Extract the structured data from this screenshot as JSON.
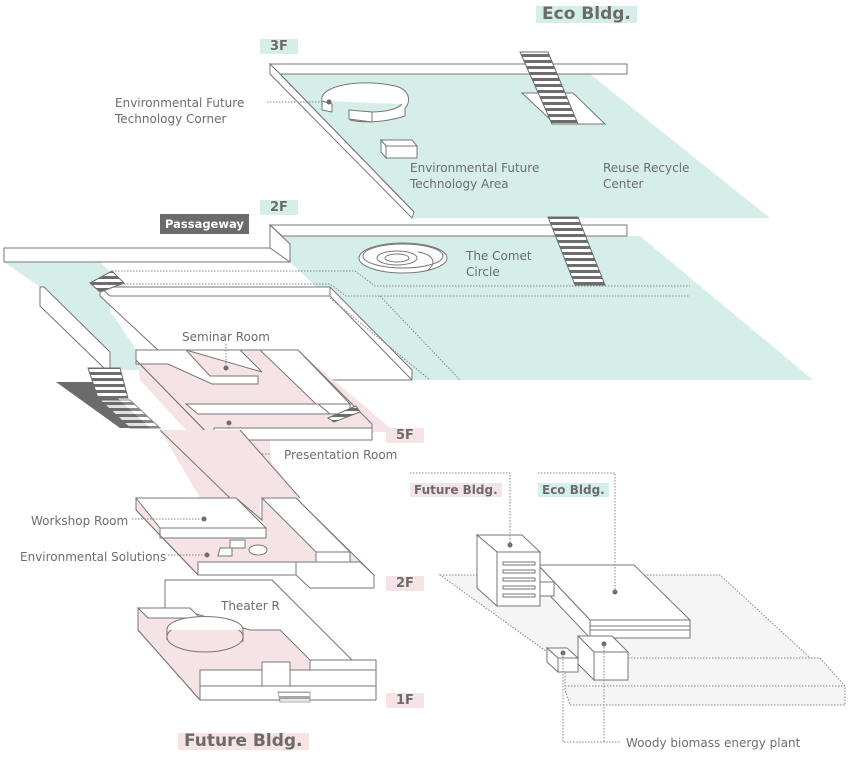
{
  "titles": {
    "eco_bldg": "Eco Bldg.",
    "future_bldg": "Future Bldg."
  },
  "eco_floors": {
    "f3": {
      "label": "3F",
      "rooms": [
        {
          "name": "Environmental Future Technology Corner",
          "line1": "Environmental Future",
          "line2": "Technology Corner"
        },
        {
          "name": "Environmental Future Technology Area",
          "line1": "Environmental Future",
          "line2": "Technology Area"
        },
        {
          "name": "Reuse Recycle Center",
          "line1": "Reuse Recycle",
          "line2": "Center"
        }
      ]
    },
    "f2": {
      "label": "2F",
      "passageway": "Passageway",
      "rooms": [
        {
          "name": "The Comet Circle",
          "line1": "The Comet",
          "line2": "Circle"
        }
      ]
    }
  },
  "future_floors": {
    "f5": {
      "label": "5F",
      "rooms": [
        "Seminar Room",
        "Presentation Room"
      ]
    },
    "f2": {
      "label": "2F",
      "rooms": [
        "Workshop Room",
        "Environmental Solutions"
      ]
    },
    "f1": {
      "label": "1F",
      "rooms": [
        "Theater R"
      ]
    }
  },
  "site_map": {
    "future_label": "Future Bldg.",
    "eco_label": "Eco Bldg.",
    "plant_label": "Woody biomass energy plant"
  },
  "colors": {
    "eco": "#d5eeea",
    "future": "#f6e3e6",
    "ink": "#6b6b6b"
  }
}
